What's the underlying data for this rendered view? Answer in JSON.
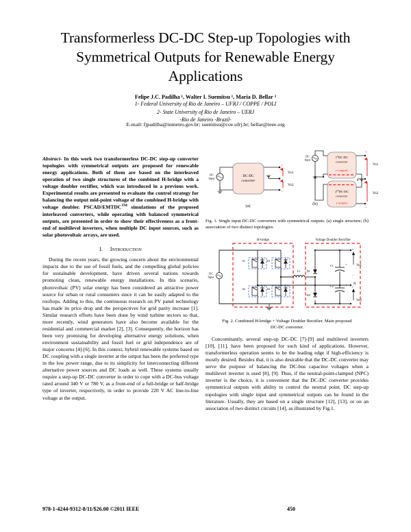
{
  "paper": {
    "title": "Transformerless DC-DC Step-up Topologies with Symmetrical Outputs for Renewable Energy Applications",
    "authors": "Felipe J.C. Padilha ¹, Walter I. Suemitsu ¹, Maria D. Bellar ²",
    "affiliation_1": "1- Federal University of Rio de Janeiro – UFRJ / COPPE / POLI",
    "affiliation_2": "2- State University of Rio de Janeiro – UERJ",
    "location": "-Rio de Janeiro -Brazil-",
    "email": "E-mail: fjpadilha@inmetro.gov.br; suemitsu@coe.ufrj.br; bellar@ieee.org"
  },
  "abstract": {
    "label": "Abstract-",
    "text": " In this work two transformerless DC-DC step-up converter topologies with symmetrical outputs are proposed for renewable energy applications. Both of them are based on the interleaved operation of two single structures of the combined H-bridge with a voltage doubler rectifier, which was introduced in a previous work. Experimental results are presented to evaluate the control strategy for balancing the output mid-point voltage of the combined H-bridge with voltage doubler. PSCAD/EMTDC",
    "superscript": "TM",
    "text_after": " simulations of the proposed interleaved converters, while operating with balanced symmetrical outputs, are presented in order to show their effectiveness as a front-end of multilevel inverters, when multiple DC input sources, such as solar photovoltaic arrays, are used."
  },
  "sections": {
    "intro_numeral": "I.",
    "intro_title": "Introduction",
    "intro_p1": "During the recent years, the growing concern about the environmental impacts due to the use of fossil fuels, and the compelling global policies for sustainable development, have driven several nations towards promoting clean, renewable energy installations. In this scenario, photovoltaic (PV) solar energy has been considered an attractive power source for urban or rural consumers since it can be easily adapted to the rooftops. Adding to this, the continuous research on PV panel technology has made its price drop and the perspectives for grid parity increase [1]. Similar research efforts have been done by wind turbine sectors so that, more recently, wind generators have also become available for the residential and commercial market [2], [3]. Consequently, the horizon has been very promising for developing alternative energy solutions, when environment sustainability and fossil fuel or grid independence are of major concerns [4]-[6]. In this context, hybrid renewable systems based on DC coupling with a single inverter at the output has been the preferred type in the low power range, due to its simplicity for interconnecting different alternative power sources and DC loads as well. These systems usually require a step-up DC-DC converter in order to cope with a DC-bus voltage rated around 340 V or 780 V, as a front-end of a full-bridge or half-bridge type of inverter, respectively, in order to provide 220 V AC line-to-line voltage at the output.",
    "right_p1": "Concomitantly, several step-up DC-DC [7]-[9] and multilevel inverters [10], [11], have been proposed for such kind of applications. However, transformerless operation seems to be the leading edge if high-efficiency is mostly desired. Besides that, it is also desirable that the DC-DC converter may serve the purpose of balancing the DC-bus capacitor voltages when a multilevel inverter is used [8], [9]. Thus, if the neutral-point-clamped (NPC) inverter is the choice, it is convenient that the DC-DC converter provides symmetrical outputs with ability to control the neutral point. DC step-up topologies with single input and symmetrical outputs can be found in the literature. Usually, they are based on a single structure [12], [13], or on an association of two distinct circuits [14], as illustrated by Fig.1."
  },
  "figure1": {
    "caption": "Fig. 1.  Single input DC-DC converters with symmetrical outputs. (a) single structure; (b) association of two distinct topologies.",
    "caption_prefix": "Fig. 1.",
    "source_label_line1": "DC",
    "source_label_line2": "Input",
    "block_a_line1": "DC-DC",
    "block_a_line2": "converter",
    "out_a_1": "Vo1",
    "out_a_2": "Vo2",
    "sub_a": "(a)",
    "sub_b": "(b)",
    "block_b1_line1": "1 DC-DC",
    "block_b1_sup": "st",
    "block_b1_line2": "converter",
    "block_b1_line3": "(+output)",
    "block_b2_line1": "2 DC-DC",
    "block_b2_sup": "nd",
    "block_b2_line2": "converter",
    "block_b2_line3": "(-output)",
    "out_b_1": "Vo1",
    "out_b_2": "Vo2",
    "plus": "+",
    "minus": "−"
  },
  "figure2": {
    "caption_line1": "Fig. 2.  Combined H-bridge + Voltage Doubler Rectifier. Main proposed",
    "caption_line2": "DC-DC converter.",
    "label_hbridge": "H-bridge",
    "label_vdr": "Voltage Doubler Rectifier",
    "source_line1": "DC",
    "source_line2": "Input",
    "switches": [
      "S1",
      "S3",
      "S2",
      "S4"
    ],
    "inductor": "L1",
    "diodes": [
      "D1",
      "D2"
    ],
    "capacitors": [
      "C1",
      "C2"
    ],
    "outputs": [
      "Vo1",
      "Vo2"
    ],
    "neutral": "N",
    "plus": "+",
    "minus": "-"
  },
  "footer": {
    "isbn": "978-1-4244-9312-8/11/$26.00 ©2011 IEEE",
    "page_number": "450"
  },
  "colors": {
    "red_dashed": "#ee2222",
    "block_fill": "#fbe4dc",
    "block_stroke": "#8a8a8a",
    "blue_dashed": "#3355cc",
    "wire": "#1a1a1a"
  }
}
